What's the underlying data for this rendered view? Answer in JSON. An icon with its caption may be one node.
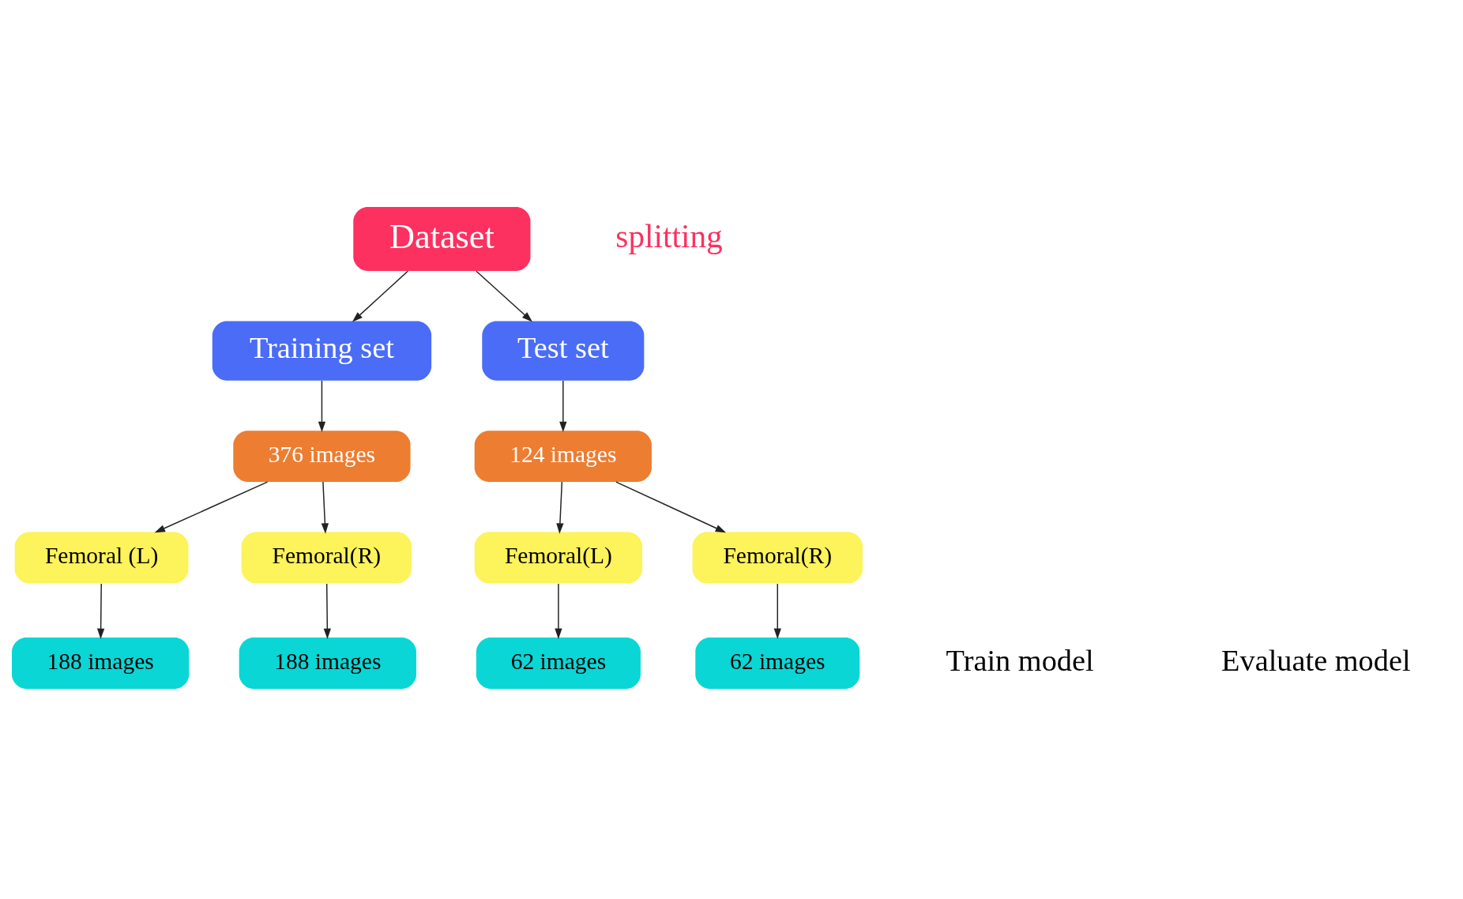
{
  "diagram": {
    "nodes": [
      {
        "text": [
          "Dataset"
        ]
      },
      {
        "text": [
          "Training set"
        ]
      },
      {
        "text": [
          "Test set"
        ]
      },
      {
        "text": [
          "376 images"
        ]
      },
      {
        "text": [
          "124 images"
        ]
      },
      {
        "text": [
          "Femoral (L)"
        ]
      },
      {
        "text": [
          "Femoral(R)"
        ]
      },
      {
        "text": [
          "Femoral(L)"
        ]
      },
      {
        "text": [
          "Femoral(R)"
        ]
      },
      {
        "text": [
          "188 images"
        ]
      },
      {
        "text": [
          "188 images"
        ]
      },
      {
        "text": [
          "62 images"
        ]
      },
      {
        "text": [
          "62 images"
        ]
      }
    ],
    "edges": [
      {
        "from": 0,
        "to": 1,
        "arrow": "to"
      },
      {
        "from": 0,
        "to": 2,
        "arrow": "to"
      },
      {
        "from": 1,
        "to": 3,
        "arrow": "to"
      },
      {
        "from": 2,
        "to": 4,
        "arrow": "to"
      },
      {
        "from": 3,
        "to": 5,
        "arrow": "to"
      },
      {
        "from": 3,
        "to": 6,
        "arrow": "to"
      },
      {
        "from": 4,
        "to": 7,
        "arrow": "to"
      },
      {
        "from": 4,
        "to": 8,
        "arrow": "to"
      },
      {
        "from": 5,
        "to": 9,
        "arrow": "to"
      },
      {
        "from": 6,
        "to": 10,
        "arrow": "to"
      },
      {
        "from": 7,
        "to": 11,
        "arrow": "to"
      },
      {
        "from": 8,
        "to": 12,
        "arrow": "to"
      }
    ],
    "labels": [
      "splitting",
      "Train model",
      "Evaluate model"
    ]
  }
}
